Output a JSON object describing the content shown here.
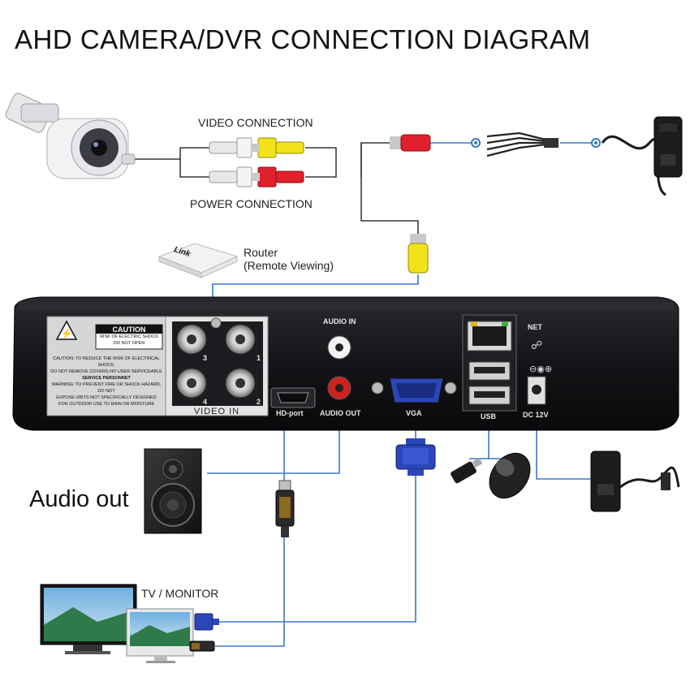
{
  "title": "AHD CAMERA/DVR CONNECTION DIAGRAM",
  "labels": {
    "video_connection": "VIDEO CONNECTION",
    "power_connection": "POWER CONNECTION",
    "router_line1": "Router",
    "router_line2": "(Remote Viewing)",
    "router_brand": "Link",
    "audio_out": "Audio out",
    "tv_monitor": "TV / MONITOR"
  },
  "dvr": {
    "caution_title": "CAUTION",
    "caution_sub1": "RISK OF ELECTRIC SHOCK",
    "caution_sub2": "DO NOT OPEN",
    "caution_lines": [
      "CAUTION: TO REDUCE THE RISK OF ELECTRICAL SHOCK,",
      "DO NOT REMOVE COVERS.NO USER SERVICEABLE",
      "SERVICE PERSONNET",
      "WARNING: TO PREVENT FIRE OR SHOCK HAZARD, DO NOT",
      "EXPOSE UBITS NOT SPECIFICALLY DESIGNED",
      "FOR OUTDOOR USE TO RAIN OR MOISTURE"
    ],
    "channels": [
      "1",
      "2",
      "3",
      "4"
    ],
    "video_in": "VIDEO IN",
    "audio_in": "AUDIO IN",
    "hd_port": "HD-port",
    "audio_out_port": "AUDIO OUT",
    "vga": "VGA",
    "usb": "USB",
    "net": "NET",
    "dc12v": "DC 12V"
  },
  "colors": {
    "line": "#3a78c8",
    "dvr_body": "#16161a",
    "rca_yellow": "#f2e21a",
    "rca_red": "#e0202a",
    "vga_blue": "#2b46b8"
  }
}
